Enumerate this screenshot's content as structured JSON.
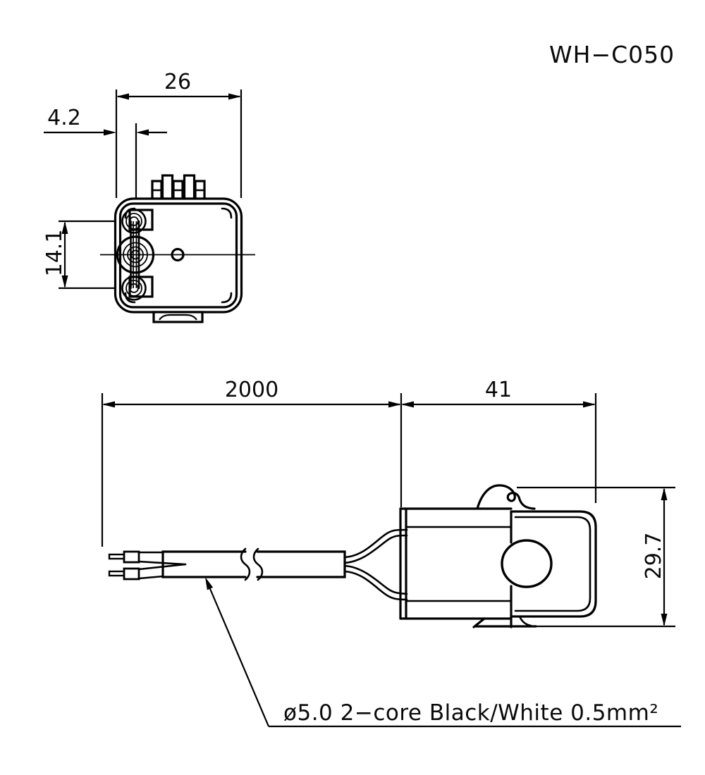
{
  "title": "WH−C050",
  "top_view": {
    "dim_width": "26",
    "dim_offset": "4.2",
    "dim_pitch": "14.1"
  },
  "side_view": {
    "dim_cable_length": "2000",
    "dim_body_length": "41",
    "dim_body_height": "29.7"
  },
  "annotation": {
    "cable_spec": "ø5.0 2−core Black/White 0.5mm²"
  },
  "colors": {
    "line": "#000000",
    "background": "#ffffff"
  }
}
